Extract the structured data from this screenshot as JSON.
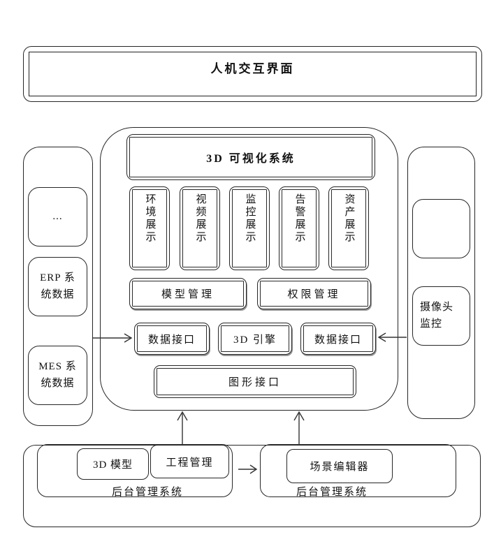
{
  "top": {
    "title": "人机交互界面"
  },
  "center": {
    "system_title": "3D 可视化系统",
    "display_modules": [
      "环境展示",
      "视频展示",
      "监控展示",
      "告警展示",
      "资产展示"
    ],
    "model_management": "模型管理",
    "permission_management": "权限管理",
    "data_interface_left": "数据接口",
    "engine": "3D 引擎",
    "data_interface_right": "数据接口",
    "graphics_interface": "图形接口"
  },
  "left_panel": {
    "ellipsis": "...",
    "erp": "ERP 系统数据",
    "mes": "MES 系统数据"
  },
  "right_panel": {
    "camera": "摄像头监控"
  },
  "bottom": {
    "left_system": {
      "model_3d": "3D 模型",
      "project_management": "工程管理",
      "label": "后台管理系统"
    },
    "right_system": {
      "scene_editor": "场景编辑器",
      "label": "后台管理系统"
    }
  },
  "colors": {
    "line": "#262626",
    "background": "#ffffff"
  }
}
